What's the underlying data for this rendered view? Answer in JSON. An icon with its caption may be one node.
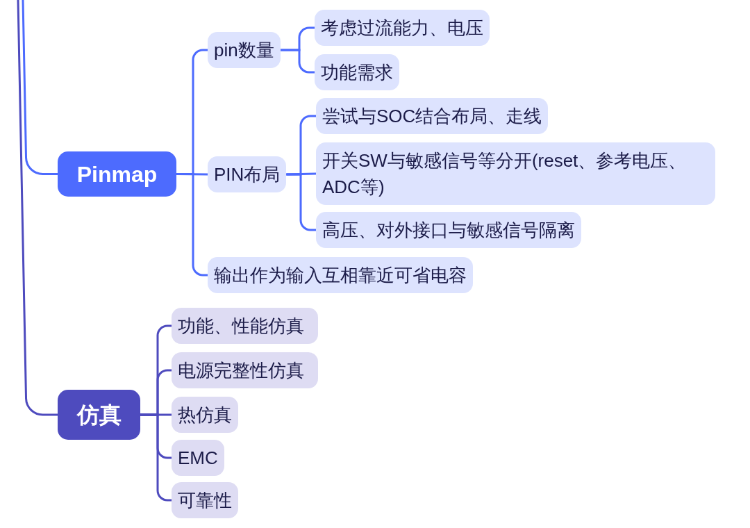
{
  "diagram": {
    "nodes": [
      {
        "text": [
          "Pinmap"
        ]
      },
      {
        "text": [
          "pin数量"
        ]
      },
      {
        "text": [
          "考虑过流能力、电压"
        ]
      },
      {
        "text": [
          "功能需求"
        ]
      },
      {
        "text": [
          "PIN布局"
        ]
      },
      {
        "text": [
          "尝试与SOC结合布局、走线"
        ]
      },
      {
        "text": [
          "开关SW与敏感信号等分开(reset、参考电压、ADC等)"
        ]
      },
      {
        "text": [
          "高压、对外接口与敏感信号隔离"
        ]
      },
      {
        "text": [
          "输出作为输入互相靠近可省电容"
        ]
      },
      {
        "text": [
          "仿真"
        ]
      },
      {
        "text": [
          "功能、性能仿真"
        ]
      },
      {
        "text": [
          "电源完整性仿真"
        ]
      },
      {
        "text": [
          "热仿真"
        ]
      },
      {
        "text": [
          "EMC"
        ]
      },
      {
        "text": [
          "可靠性"
        ]
      }
    ],
    "edges": [
      {
        "from": null,
        "to": 0,
        "arrow": "none"
      },
      {
        "from": 0,
        "to": 1,
        "arrow": "none"
      },
      {
        "from": 0,
        "to": 4,
        "arrow": "none"
      },
      {
        "from": 0,
        "to": 8,
        "arrow": "none"
      },
      {
        "from": 1,
        "to": 2,
        "arrow": "none"
      },
      {
        "from": 1,
        "to": 3,
        "arrow": "none"
      },
      {
        "from": 4,
        "to": 5,
        "arrow": "none"
      },
      {
        "from": 4,
        "to": 6,
        "arrow": "none"
      },
      {
        "from": 4,
        "to": 7,
        "arrow": "none"
      },
      {
        "from": null,
        "to": 9,
        "arrow": "none",
        "color": "#4e4bbe"
      },
      {
        "from": 9,
        "to": 10,
        "arrow": "none",
        "color": "#4e4bbe"
      },
      {
        "from": 9,
        "to": 11,
        "arrow": "none",
        "color": "#4e4bbe"
      },
      {
        "from": 9,
        "to": 12,
        "arrow": "none",
        "color": "#4e4bbe"
      },
      {
        "from": 9,
        "to": 13,
        "arrow": "none",
        "color": "#4e4bbe"
      },
      {
        "from": 9,
        "to": 14,
        "arrow": "none",
        "color": "#4e4bbe"
      }
    ]
  }
}
